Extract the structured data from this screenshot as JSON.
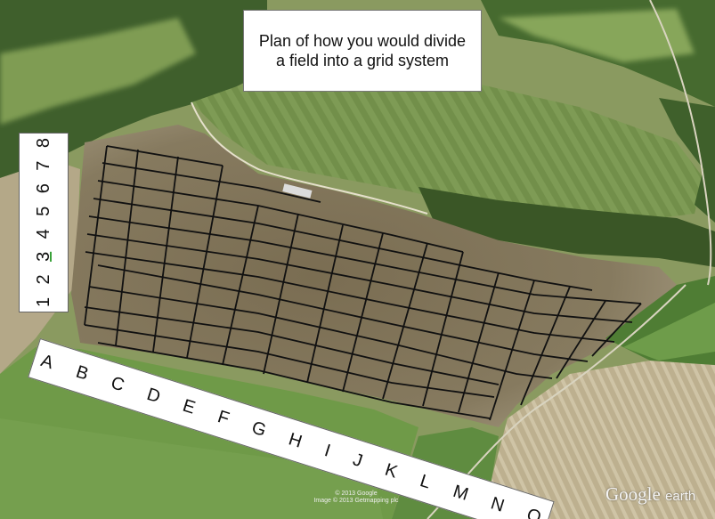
{
  "title": "Plan of how you would divide a field into a grid system",
  "row_labels": [
    "1",
    "2",
    "3",
    "4",
    "5",
    "6",
    "7",
    "8"
  ],
  "column_labels": [
    "A",
    "B",
    "C",
    "D",
    "E",
    "F",
    "G",
    "H",
    "I",
    "J",
    "K",
    "L",
    "M",
    "N",
    "O"
  ],
  "credits": {
    "line1": "© 2013 Google",
    "line2": "Image © 2013 Getmapping plc"
  },
  "logo": {
    "main": "Google",
    "suffix": "earth"
  },
  "colors": {
    "field_dark": "#6e6248",
    "field_light": "#a89a7c",
    "grass": "#6d9a48",
    "forest": "#3c5a28",
    "grid_line": "#111111"
  }
}
